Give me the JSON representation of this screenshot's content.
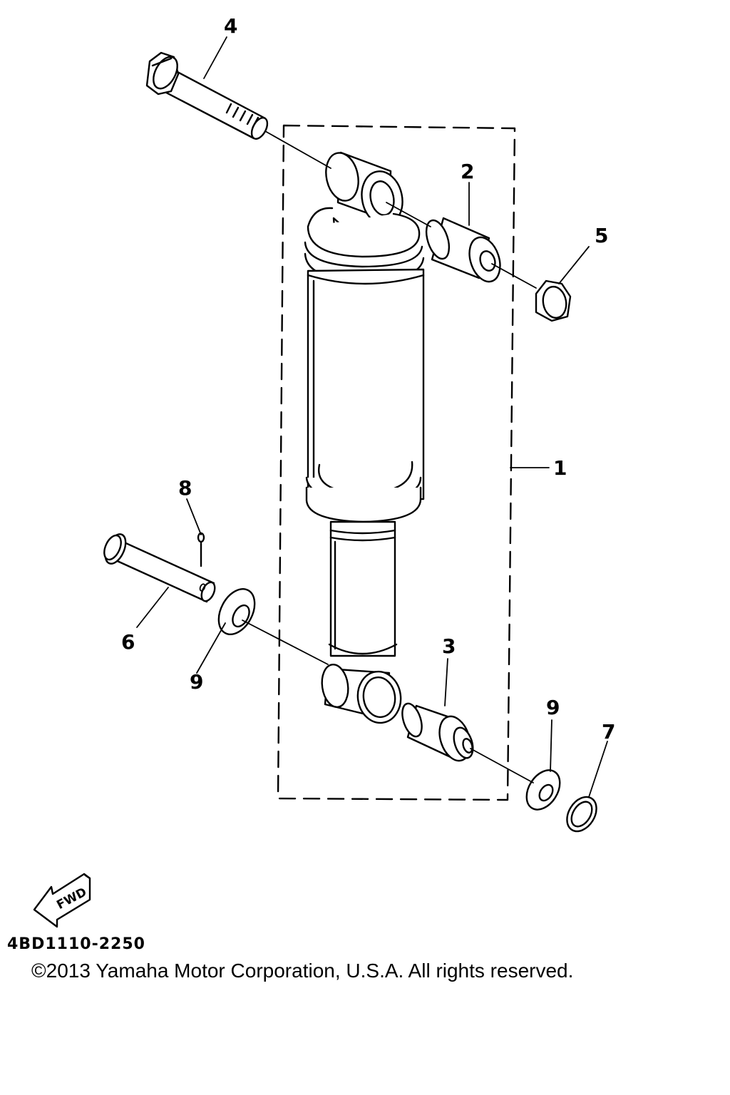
{
  "diagram": {
    "callouts": [
      {
        "id": "4",
        "label": "4"
      },
      {
        "id": "2",
        "label": "2"
      },
      {
        "id": "5",
        "label": "5"
      },
      {
        "id": "1",
        "label": "1"
      },
      {
        "id": "8",
        "label": "8"
      },
      {
        "id": "6",
        "label": "6"
      },
      {
        "id": "9a",
        "label": "9"
      },
      {
        "id": "3",
        "label": "3"
      },
      {
        "id": "9b",
        "label": "9"
      },
      {
        "id": "7",
        "label": "7"
      }
    ],
    "fwd_label": "FWD",
    "catalog_code": "4BD1110-2250",
    "copyright": "©2013 Yamaha Motor Corporation, U.S.A. All rights reserved."
  }
}
